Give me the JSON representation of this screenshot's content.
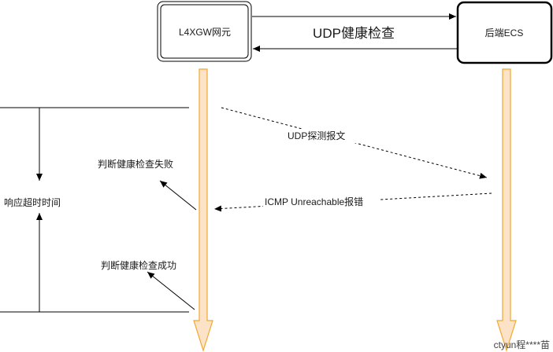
{
  "nodes": {
    "gateway": {
      "label": "L4XGW网元"
    },
    "backend": {
      "label": "后端ECS"
    }
  },
  "messages": {
    "health_check": "UDP健康检查",
    "udp_probe": "UDP探测报文",
    "icmp_error": "ICMP Unreachable报错"
  },
  "judgments": {
    "fail": "判断健康检查失败",
    "success": "判断健康检查成功"
  },
  "timeout": {
    "label": "响应超时时间"
  },
  "watermark": "ctyun程****苗",
  "colors": {
    "lifeline_fill": "#fce3c8",
    "lifeline_stroke": "#f0a830",
    "line": "#000000"
  }
}
